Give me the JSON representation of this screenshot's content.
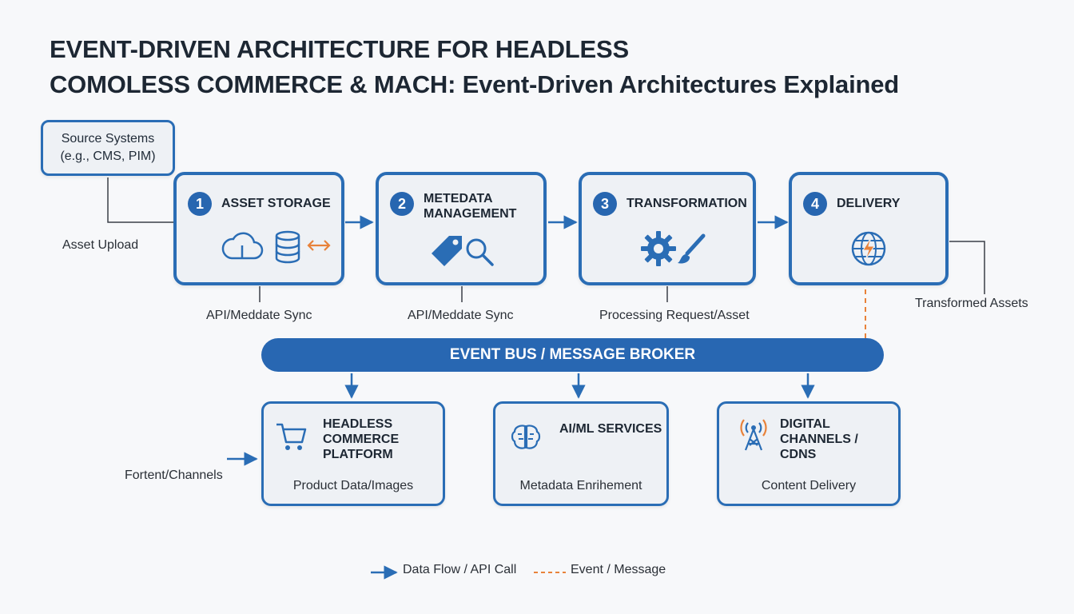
{
  "title": {
    "line1": "EVENT-DRIVEN ARCHITECTURE FOR HEADLESS",
    "line2": "COMOLESS COMMERCE & MACH: Event-Driven Architectures Explained"
  },
  "source_systems": {
    "line1": "Source Systems",
    "line2": "(e.g., CMS, PIM)"
  },
  "flow_labels": {
    "asset_upload": "Asset Upload",
    "sync_1": "API/Meddate Sync",
    "sync_2": "API/Meddate Sync",
    "processing": "Processing Request/Asset",
    "transformed": "Transformed Assets",
    "frontend": "Fortent/Channels"
  },
  "stages": [
    {
      "number": "1",
      "label": "ASSET STORAGE",
      "icons": [
        "cloud-icon",
        "database-icon",
        "sync-arrows-icon"
      ]
    },
    {
      "number": "2",
      "label": "METEDATA MANAGEMENT",
      "icons": [
        "tag-icon",
        "magnifier-icon"
      ]
    },
    {
      "number": "3",
      "label": "TRANSFORMATION",
      "icons": [
        "gear-icon",
        "brush-icon"
      ]
    },
    {
      "number": "4",
      "label": "DELIVERY",
      "icons": [
        "globe-bolt-icon"
      ]
    }
  ],
  "event_bus": {
    "label": "EVENT BUS / MESSAGE BROKER"
  },
  "services": [
    {
      "label": "HEADLESS COMMERCE PLATFORM",
      "sub": "Product Data/Images",
      "icon": "cart-icon"
    },
    {
      "label": "AI/ML SERVICES",
      "sub": "Metadata Enrihement",
      "icon": "brain-icon"
    },
    {
      "label": "DIGITAL CHANNELS / CDNS",
      "sub": "Content Delivery",
      "icon": "antenna-icon"
    }
  ],
  "legend": {
    "data_flow": "Data Flow / API Call",
    "event": "Event / Message"
  },
  "colors": {
    "primary": "#2867b2",
    "accent": "#e8823a",
    "box_fill": "#eef1f5"
  }
}
